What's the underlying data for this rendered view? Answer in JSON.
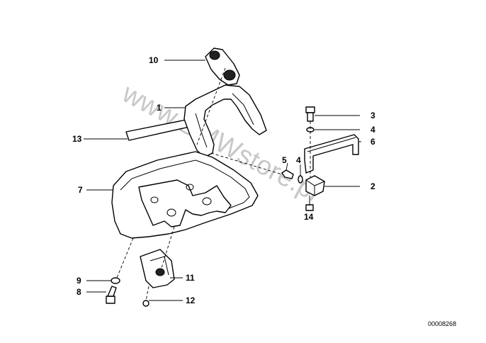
{
  "watermark": "www.BMWstore.pl",
  "reference_number": "00008268",
  "callouts": {
    "c1": "1",
    "c2": "2",
    "c3": "3",
    "c4a": "4",
    "c4b": "4",
    "c5": "5",
    "c6": "6",
    "c7": "7",
    "c8": "8",
    "c9": "9",
    "c10": "10",
    "c11": "11",
    "c12": "12",
    "c13": "13",
    "c14": "14"
  }
}
